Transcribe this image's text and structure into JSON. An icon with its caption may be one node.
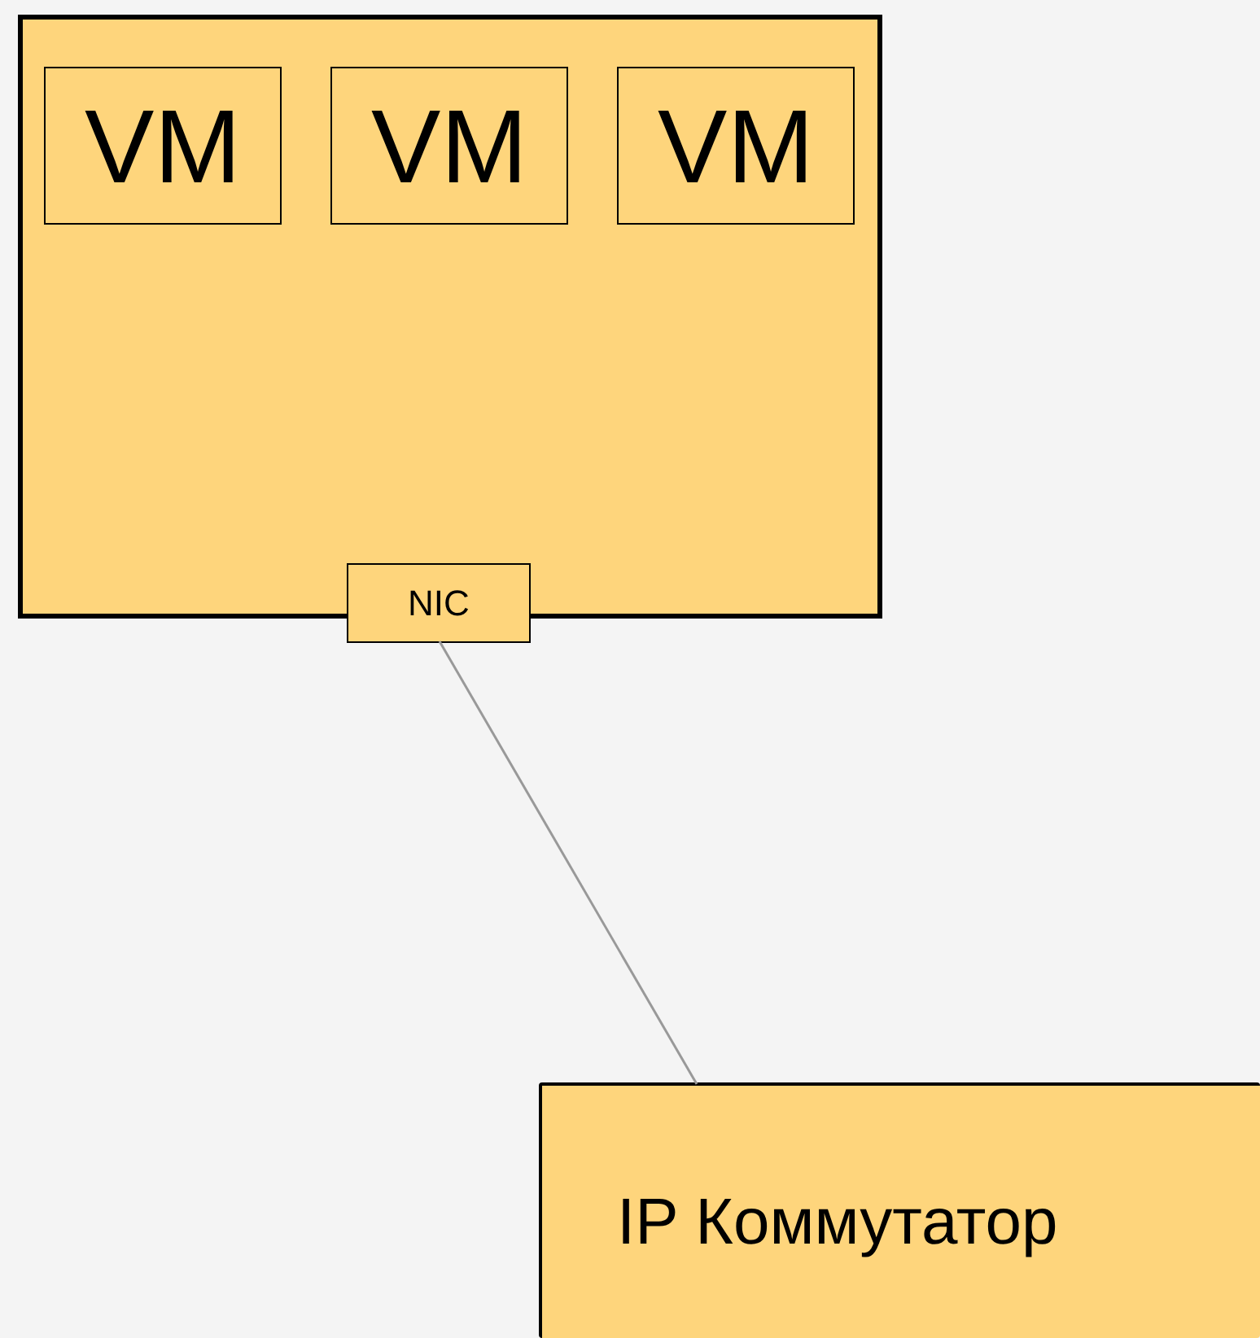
{
  "diagram": {
    "nodes": [
      {
        "text": [],
        "shape": "box"
      },
      {
        "text": [
          "VM"
        ],
        "in": 0
      },
      {
        "text": [
          "VM"
        ],
        "in": 0
      },
      {
        "text": [
          "VM"
        ],
        "in": 0
      },
      {
        "text": [
          "NIC"
        ]
      },
      {
        "text": [
          "IP Коммутатор"
        ]
      }
    ],
    "edges": [
      {
        "from": 4,
        "to": 5,
        "arrow": "none",
        "color": "#999999"
      }
    ]
  }
}
